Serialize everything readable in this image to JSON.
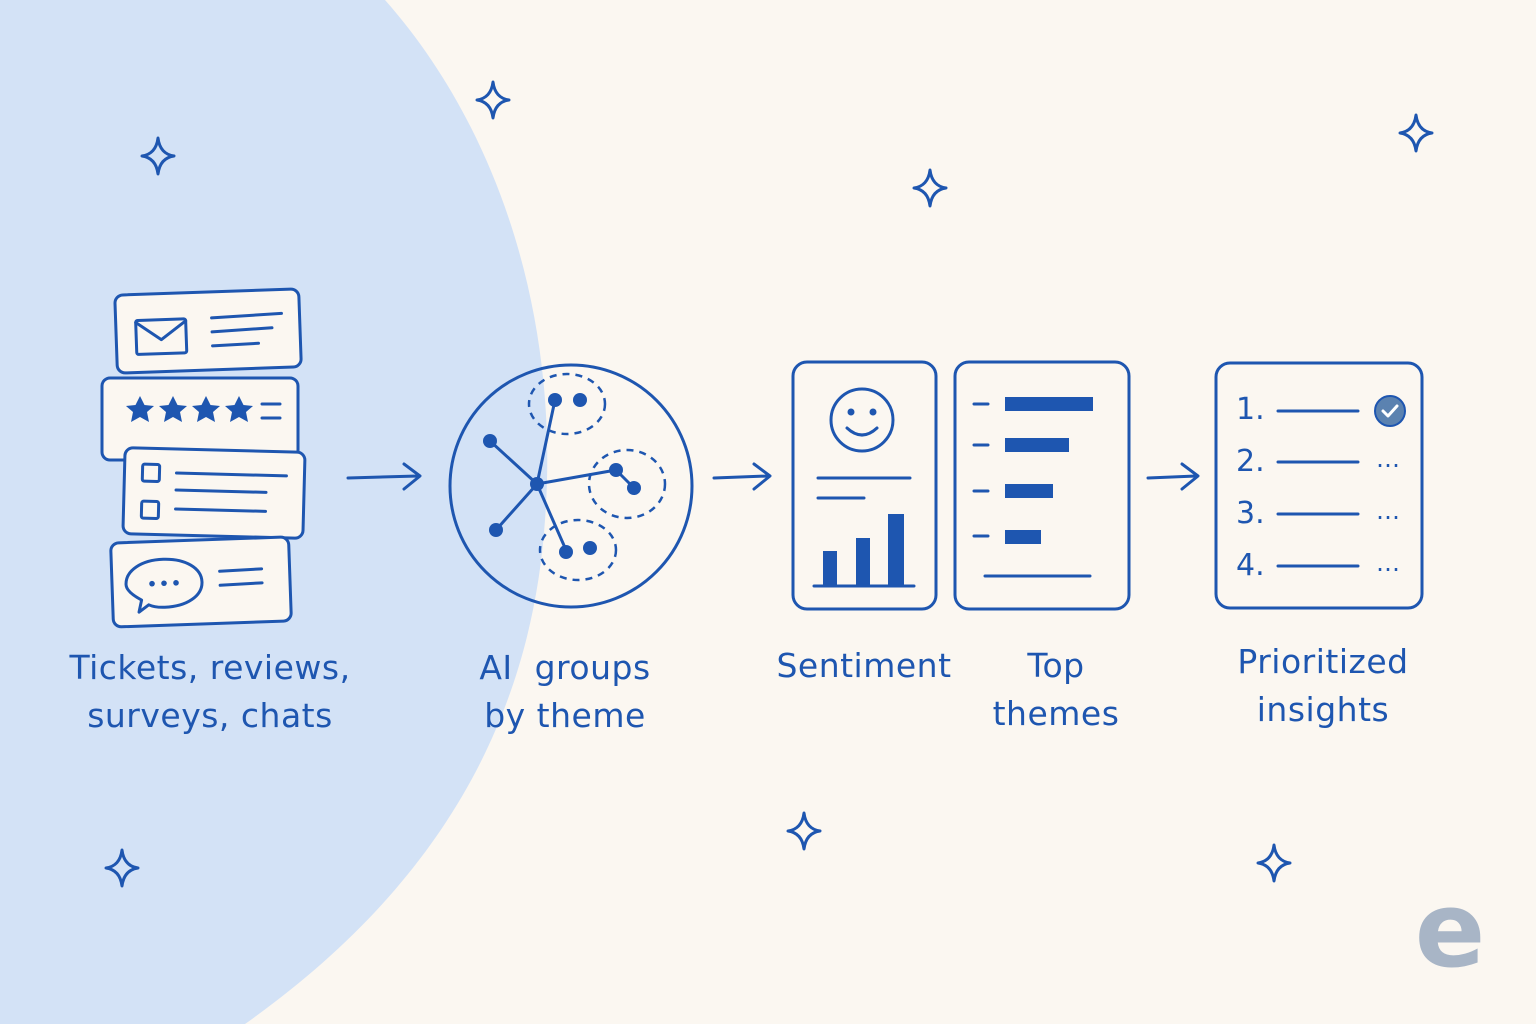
{
  "colors": {
    "ink": "#1e56b0",
    "blob": "#d3e2f6",
    "background": "#fbf7f1",
    "check": "#5b82b0"
  },
  "steps": [
    {
      "id": "inputs",
      "label_lines": [
        "Tickets, reviews,",
        "surveys, chats"
      ]
    },
    {
      "id": "ai",
      "label_lines": [
        "AI  groups",
        "by theme"
      ]
    },
    {
      "id": "sentiment",
      "label_lines": [
        "Sentiment"
      ]
    },
    {
      "id": "themes",
      "label_lines": [
        "Top themes"
      ]
    },
    {
      "id": "prioritized",
      "label_lines": [
        "Prioritized",
        "insights"
      ]
    }
  ],
  "priority_list": [
    {
      "num": "1.",
      "status": "check-icon"
    },
    {
      "num": "2.",
      "status": "…"
    },
    {
      "num": "3.",
      "status": "…"
    },
    {
      "num": "4.",
      "status": "…"
    }
  ],
  "icons": [
    "envelope-icon",
    "star-icon",
    "checkbox-icon",
    "chat-bubble-icon",
    "cluster-network-icon",
    "smiley-icon",
    "bar-chart-icon",
    "check-icon",
    "sparkle-icon",
    "arrow-right-icon"
  ],
  "watermark": "e"
}
